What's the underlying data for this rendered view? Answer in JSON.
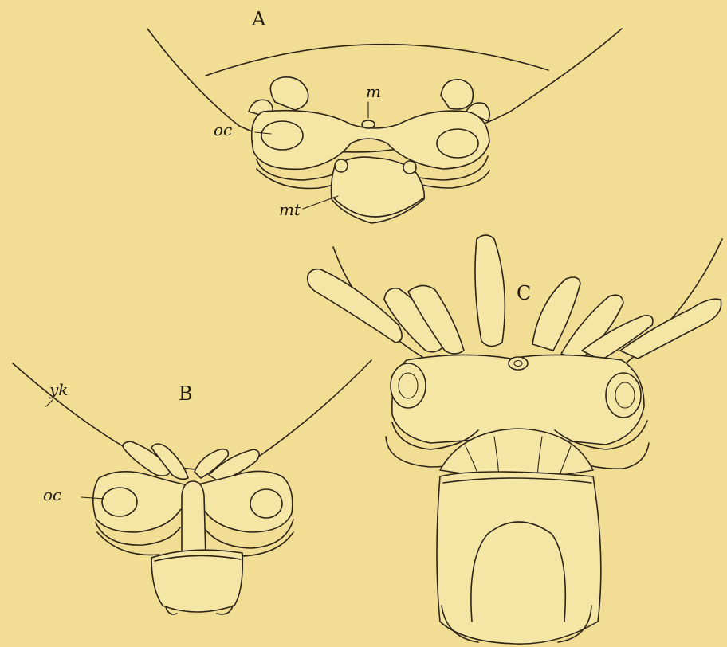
{
  "figures": [
    {
      "id": "A",
      "label": "A",
      "annotations": [
        "m",
        "oc",
        "mt"
      ]
    },
    {
      "id": "B",
      "label": "B",
      "annotations": [
        "yk",
        "oc"
      ]
    },
    {
      "id": "C",
      "label": "C",
      "annotations": []
    }
  ],
  "colors": {
    "paper": "#f1de94",
    "ink": "#2c2418"
  }
}
